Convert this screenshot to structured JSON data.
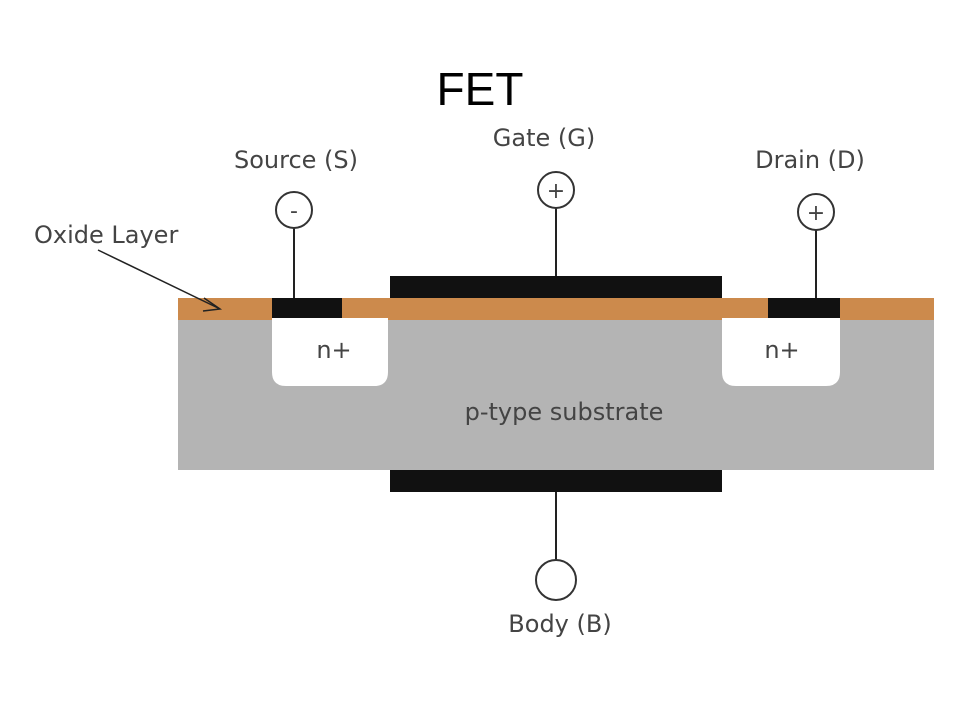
{
  "title": "FET",
  "labels": {
    "source": "Source (S)",
    "gate": "Gate (G)",
    "drain": "Drain (D)",
    "oxide": "Oxide Layer",
    "body": "Body (B)",
    "n_left": "n+",
    "n_right": "n+",
    "substrate": "p-type substrate"
  },
  "terminals": {
    "source_sign": "-",
    "gate_sign": "+",
    "drain_sign": "+",
    "body_sign": ""
  },
  "colors": {
    "substrate": "#b4b4b4",
    "oxide": "#cc8a4c",
    "metal": "#111111",
    "diffusion": "#ffffff"
  }
}
